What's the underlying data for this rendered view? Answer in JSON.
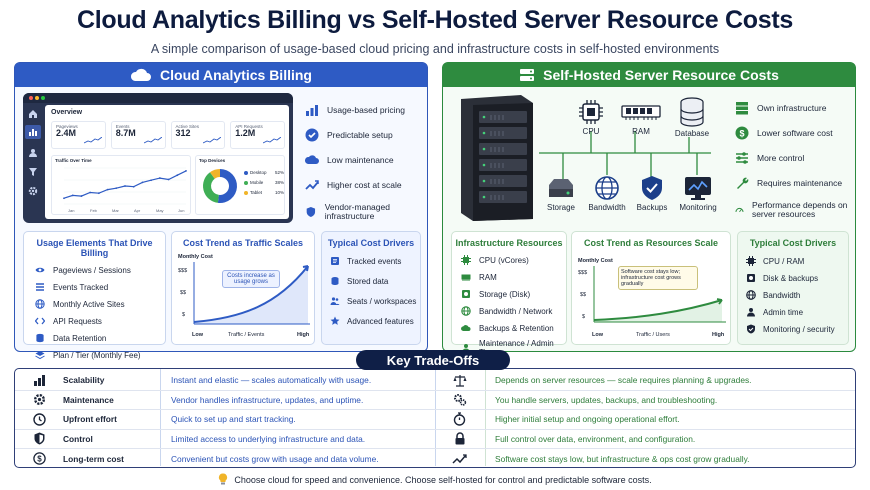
{
  "header": {
    "title": "Cloud Analytics Billing vs Self-Hosted Server Resource Costs",
    "subtitle": "A simple comparison of usage-based cloud pricing and infrastructure costs in self-hosted environments"
  },
  "cloud": {
    "title": "Cloud Analytics Billing",
    "dashboard": {
      "overview": "Overview",
      "metrics": [
        {
          "label": "Pageviews",
          "value": "2.4M"
        },
        {
          "label": "Events",
          "value": "8.7M"
        },
        {
          "label": "Active Sites",
          "value": "312"
        },
        {
          "label": "API Requests",
          "value": "1.2M"
        }
      ],
      "traffic_title": "Traffic Over Time",
      "months": [
        "Jan",
        "Feb",
        "Mar",
        "Apr",
        "May",
        "Jun"
      ],
      "devices_title": "Top Devices",
      "devices": [
        {
          "label": "Desktop",
          "value": "52%",
          "color": "#2e5bc4"
        },
        {
          "label": "Mobile",
          "value": "38%",
          "color": "#3fae55"
        },
        {
          "label": "Tablet",
          "value": "10%",
          "color": "#f0b429"
        }
      ]
    },
    "features": [
      "Usage-based pricing",
      "Predictable setup",
      "Low maintenance",
      "Higher cost at scale",
      "Vendor-managed infrastructure"
    ],
    "usage_title": "Usage Elements That Drive Billing",
    "usage_items": [
      "Pageviews / Sessions",
      "Events Tracked",
      "Monthly Active Sites",
      "API Requests",
      "Data Retention",
      "Plan / Tier (Monthly Fee)"
    ],
    "trend_title": "Cost Trend as Traffic Scales",
    "trend_ylabel": "Monthly Cost",
    "trend_ticks": [
      "$$$",
      "$$",
      "$"
    ],
    "trend_x": [
      "Low",
      "Traffic / Events",
      "High"
    ],
    "trend_note": "Costs increase as usage grows",
    "drivers_title": "Typical Cost Drivers",
    "drivers": [
      "Tracked events",
      "Stored data",
      "Seats / workspaces",
      "Advanced features"
    ]
  },
  "self": {
    "title": "Self-Hosted Server Resource Costs",
    "components": [
      "CPU",
      "RAM",
      "Database",
      "Storage",
      "Bandwidth",
      "Backups",
      "Monitoring"
    ],
    "features": [
      "Own infrastructure",
      "Lower software cost",
      "More control",
      "Requires maintenance",
      "Performance depends on server resources"
    ],
    "infra_title": "Infrastructure Resources",
    "infra_items": [
      "CPU (vCores)",
      "RAM",
      "Storage (Disk)",
      "Bandwidth / Network",
      "Backups & Retention",
      "Maintenance / Admin Time"
    ],
    "trend_title": "Cost Trend as Resources Scale",
    "trend_ylabel": "Monthly Cost",
    "trend_ticks": [
      "$$$",
      "$$",
      "$"
    ],
    "trend_x": [
      "Low",
      "Traffic / Users",
      "High"
    ],
    "trend_note": "Software cost stays low; infrastructure cost grows gradually",
    "drivers_title": "Typical Cost Drivers",
    "drivers": [
      "CPU / RAM",
      "Disk & backups",
      "Bandwidth",
      "Admin time",
      "Monitoring / security"
    ]
  },
  "tradeoffs": {
    "title": "Key Trade-Offs",
    "rows": [
      {
        "label": "Scalability",
        "cloud": "Instant and elastic — scales automatically with usage.",
        "self": "Depends on server resources — scale requires planning & upgrades."
      },
      {
        "label": "Maintenance",
        "cloud": "Vendor handles infrastructure, updates, and uptime.",
        "self": "You handle servers, updates, backups, and troubleshooting."
      },
      {
        "label": "Upfront effort",
        "cloud": "Quick to set up and start tracking.",
        "self": "Higher initial setup and ongoing operational effort."
      },
      {
        "label": "Control",
        "cloud": "Limited access to underlying infrastructure and data.",
        "self": "Full control over data, environment, and configuration."
      },
      {
        "label": "Long-term cost",
        "cloud": "Convenient but costs grow with usage and data volume.",
        "self": "Software cost stays low, but infrastructure & ops cost grow gradually."
      }
    ]
  },
  "footer": "Choose cloud for speed and convenience. Choose self-hosted for control and predictable software costs.",
  "colors": {
    "cloud_accent": "#2e5bc4",
    "self_accent": "#2e8b3f",
    "navy": "#0f1f47"
  }
}
